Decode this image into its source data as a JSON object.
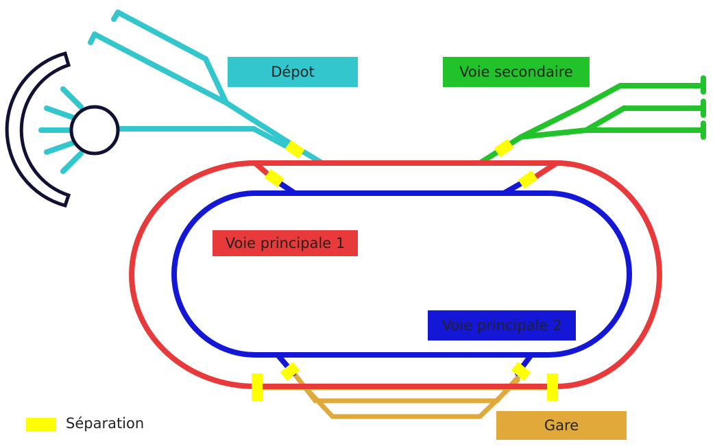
{
  "labels": {
    "depot": "Dépot",
    "secondary": "Voie secondaire",
    "main1": "Voie principale 1",
    "main2": "Voie principale 2",
    "station": "Gare"
  },
  "legend": {
    "separation": "Séparation"
  },
  "colors": {
    "depot": "#33c6cc",
    "secondary": "#22c22a",
    "main1": "#e83a3a",
    "main2": "#1418d6",
    "station": "#e0a93a",
    "separator": "#ffff00",
    "turntable": "#111133"
  }
}
